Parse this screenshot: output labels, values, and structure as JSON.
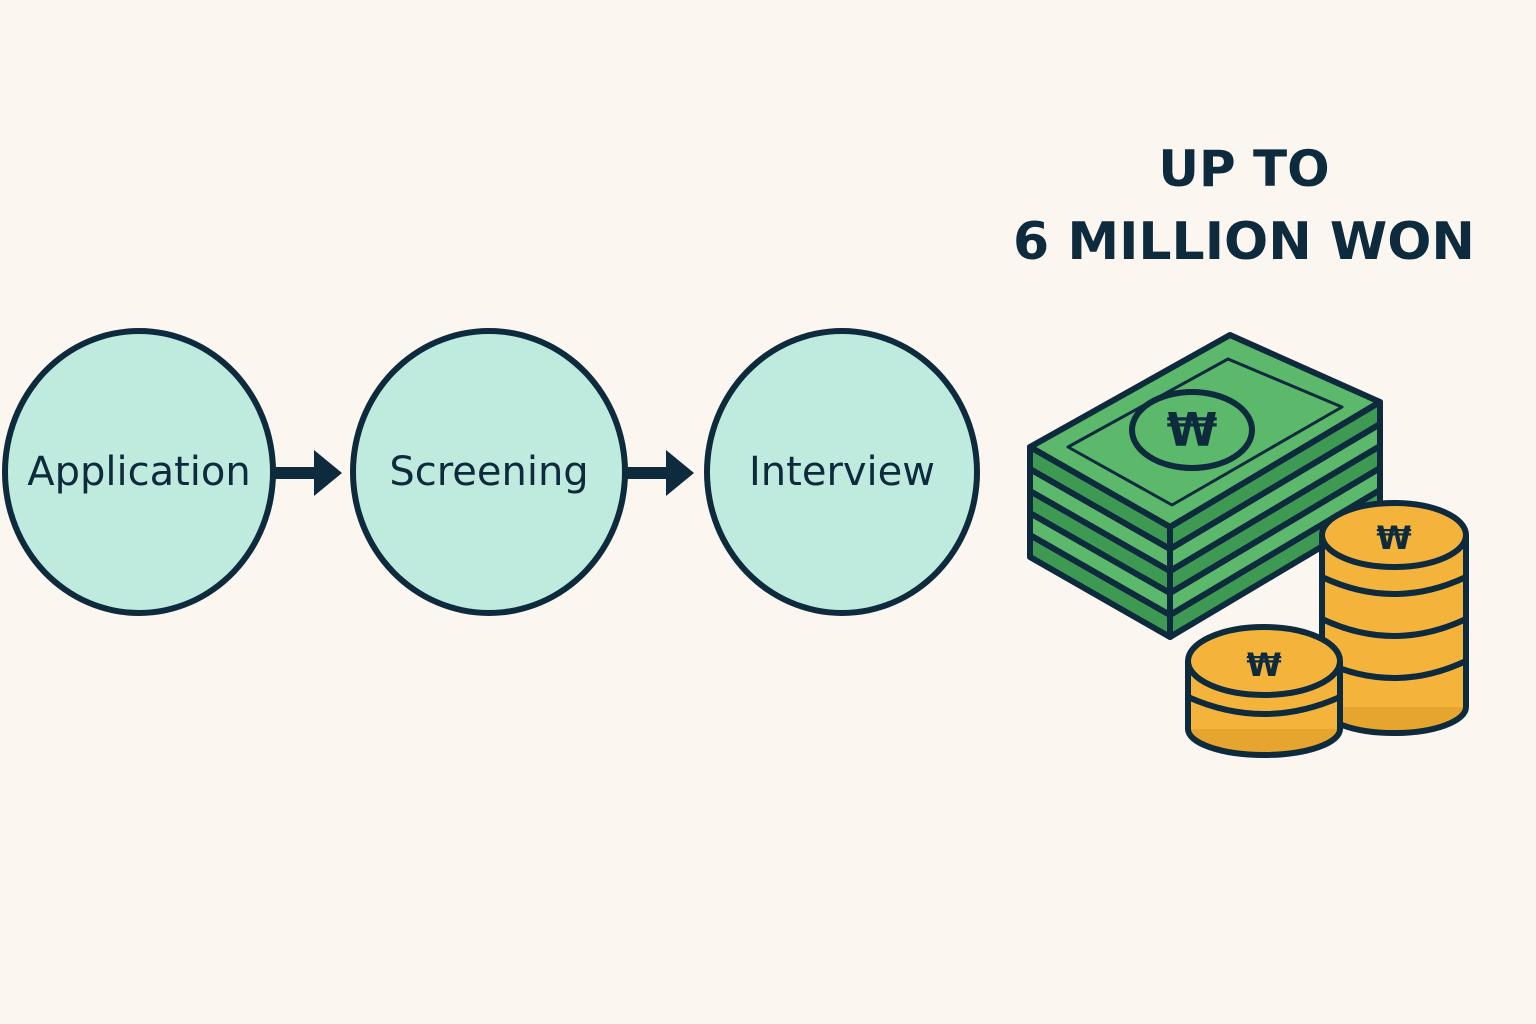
{
  "process": {
    "steps": [
      {
        "label": "Application"
      },
      {
        "label": "Screening"
      },
      {
        "label": "Interview"
      }
    ]
  },
  "award": {
    "line1": "UP TO",
    "line2": "6 MILLION WON",
    "currency_symbol": "₩"
  },
  "colors": {
    "background": "#fbf6f0",
    "circle_fill": "#bfeade",
    "outline": "#0e2a3d",
    "bill_green": "#5cb86a",
    "bill_dark_green": "#3e9a52",
    "coin_gold": "#f4b43c"
  },
  "icons": [
    "arrow-right-icon",
    "banknote-stack-icon",
    "coin-stack-icon"
  ]
}
